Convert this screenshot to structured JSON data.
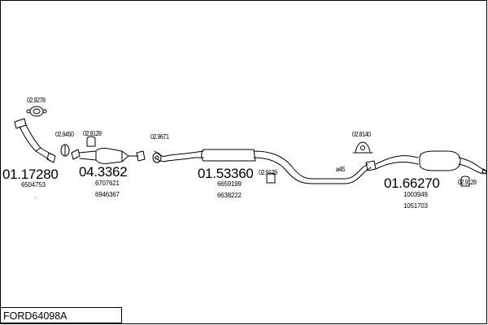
{
  "diagram": {
    "reference_code": "FORD64098A",
    "parts": [
      {
        "number": "01.17280",
        "refs": [
          "6504753"
        ]
      },
      {
        "number": "04.3362",
        "refs": [
          "6707621",
          "6946367"
        ]
      },
      {
        "number": "01.53360",
        "refs": [
          "6659199",
          "6638222"
        ]
      },
      {
        "number": "01.66270",
        "refs": [
          "1003949",
          "1051703"
        ]
      }
    ],
    "accessories": [
      {
        "number": "02.9278"
      },
      {
        "number": "02.9450"
      },
      {
        "number": "02.9128"
      },
      {
        "number": "02.9671"
      },
      {
        "number": "02.9128"
      },
      {
        "number": "02.8140"
      },
      {
        "number": "02.9128"
      }
    ],
    "pipe_note": "ø45",
    "stray_mark": "."
  }
}
